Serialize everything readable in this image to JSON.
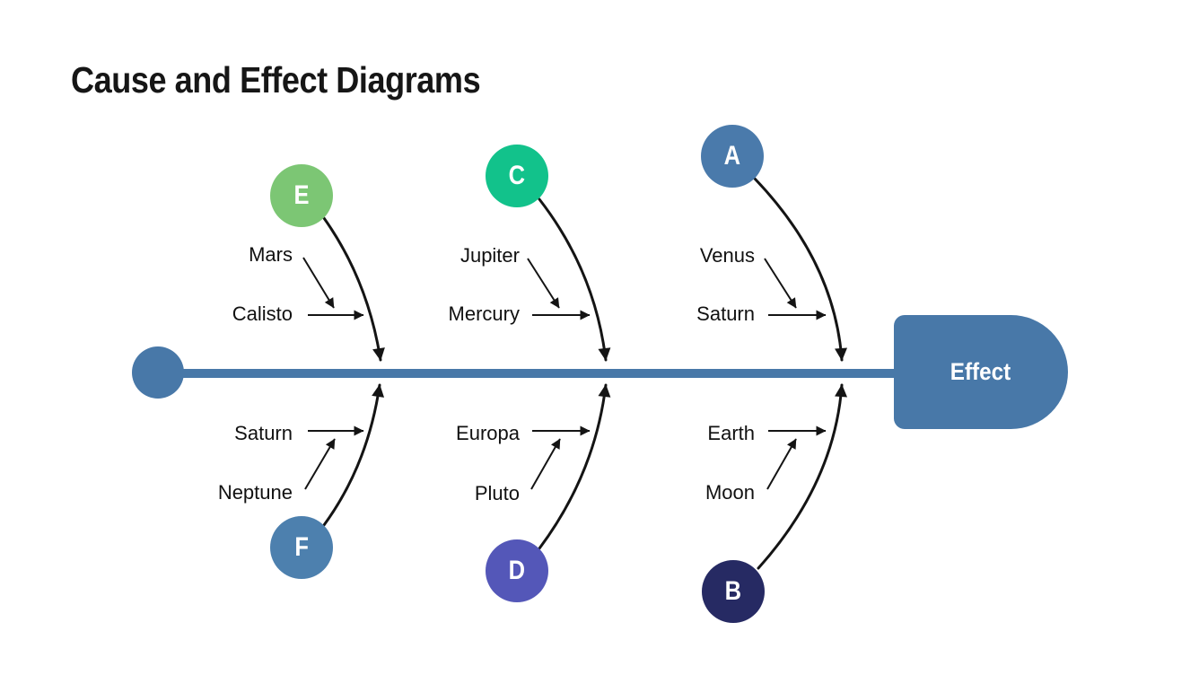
{
  "title": "Cause and Effect Diagrams",
  "effect": {
    "label": "Effect"
  },
  "colors": {
    "spine": "#4878a8",
    "bone": "#141414",
    "title": "#161616",
    "label_text": "#111111"
  },
  "branches": {
    "top": [
      {
        "letter": "E",
        "color": "#7cc674",
        "labels": [
          "Mars",
          "Calisto"
        ]
      },
      {
        "letter": "C",
        "color": "#12c28b",
        "labels": [
          "Jupiter",
          "Mercury"
        ]
      },
      {
        "letter": "A",
        "color": "#4a7aab",
        "labels": [
          "Venus",
          "Saturn"
        ]
      }
    ],
    "bottom": [
      {
        "letter": "F",
        "color": "#4d80ae",
        "labels": [
          "Saturn",
          "Neptune"
        ]
      },
      {
        "letter": "D",
        "color": "#5457b8",
        "labels": [
          "Europa",
          "Pluto"
        ]
      },
      {
        "letter": "B",
        "color": "#262a63",
        "labels": [
          "Earth",
          "Moon"
        ]
      }
    ]
  }
}
